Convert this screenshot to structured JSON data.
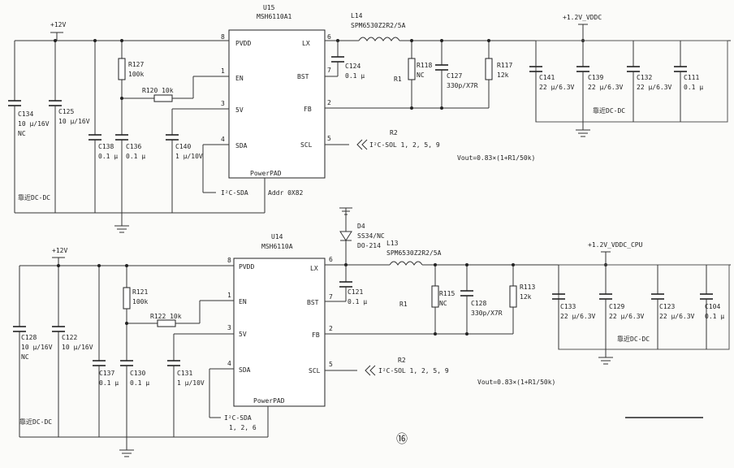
{
  "top": {
    "supply": "+12V",
    "ic_ref": "U15",
    "ic_part": "MSH6110A1",
    "pins_left": [
      {
        "num": "8",
        "name": "PVDD"
      },
      {
        "num": "1",
        "name": "EN"
      },
      {
        "num": "3",
        "name": "5V"
      },
      {
        "num": "4",
        "name": "SDA"
      }
    ],
    "pins_right": [
      {
        "num": "6",
        "name": "LX"
      },
      {
        "num": "7",
        "name": "BST"
      },
      {
        "num": "2",
        "name": "FB"
      },
      {
        "num": "5",
        "name": "SCL"
      }
    ],
    "powerpad": "PowerPAD",
    "addr": "Addr 0X82",
    "inductor_ref": "L14",
    "inductor_part": "SPM6530Z2R2/5A",
    "out_rail": "+1.2V_VDDC",
    "c134": {
      "ref": "C134",
      "val": "10 μ/16V",
      "extra": "NC"
    },
    "c125": {
      "ref": "C125",
      "val": "10 μ/16V"
    },
    "r127": {
      "ref": "R127",
      "val": "100k"
    },
    "r120": "R120 10k",
    "c138": {
      "ref": "C138",
      "val": "0.1 μ"
    },
    "c136": {
      "ref": "C136",
      "val": "0.1 μ"
    },
    "c140": {
      "ref": "C140",
      "val": "1 μ/10V"
    },
    "near_dcdc_left": "靠近DC-DC",
    "i2c_sda": "I²C-SDA",
    "c124": {
      "ref": "C124",
      "val": "0.1 μ"
    },
    "r118": {
      "ref": "R118",
      "val": "NC"
    },
    "r1": "R1",
    "c127": {
      "ref": "C127",
      "val": "330p/X7R"
    },
    "r117": {
      "ref": "R117",
      "val": "12k"
    },
    "r2": "R2",
    "i2c_scl": "I²C-SOL 1, 2, 5, 9",
    "vout": "Vout=0.83×(1+R1/50k)",
    "c141": {
      "ref": "C141",
      "val": "22 μ/6.3V"
    },
    "c139": {
      "ref": "C139",
      "val": "22 μ/6.3V"
    },
    "c132": {
      "ref": "C132",
      "val": "22 μ/6.3V"
    },
    "c111": {
      "ref": "C111",
      "val": "0.1 μ"
    },
    "near_dcdc_right": "靠近DC-DC"
  },
  "bottom": {
    "supply": "+12V",
    "ic_ref": "U14",
    "ic_part": "MSH6110A",
    "pins_left": [
      {
        "num": "8",
        "name": "PVDD"
      },
      {
        "num": "1",
        "name": "EN"
      },
      {
        "num": "3",
        "name": "5V"
      },
      {
        "num": "4",
        "name": "SDA"
      }
    ],
    "pins_right": [
      {
        "num": "6",
        "name": "LX"
      },
      {
        "num": "7",
        "name": "BST"
      },
      {
        "num": "2",
        "name": "FB"
      },
      {
        "num": "5",
        "name": "SCL"
      }
    ],
    "powerpad": "PowerPAD",
    "diode_ref": "D4",
    "diode_part": "SS34/NC",
    "diode_pkg": "DO-214",
    "inductor_ref": "L13",
    "inductor_part": "SPM6530Z2R2/5A",
    "out_rail": "+1.2V_VDDC_CPU",
    "c128": {
      "ref": "C128",
      "val": "10 μ/16V",
      "extra": "NC"
    },
    "c122": {
      "ref": "C122",
      "val": "10 μ/16V"
    },
    "r121": {
      "ref": "R121",
      "val": "100k"
    },
    "r122": "R122 10k",
    "c137": {
      "ref": "C137",
      "val": "0.1 μ"
    },
    "c130": {
      "ref": "C130",
      "val": "0.1 μ"
    },
    "c131": {
      "ref": "C131",
      "val": "1 μ/10V"
    },
    "near_dcdc_left": "靠近DC-DC",
    "i2c_sda": "I²C-SDA",
    "i2c_sda_nets": "1, 2, 6",
    "c121": {
      "ref": "C121",
      "val": "0.1 μ"
    },
    "r115": {
      "ref": "R115",
      "val": "NC"
    },
    "r1": "R1",
    "c128b": {
      "ref": "C128",
      "val": "330p/X7R"
    },
    "r113": {
      "ref": "R113",
      "val": "12k"
    },
    "r2": "R2",
    "i2c_scl": "I²C-SOL 1, 2, 5, 9",
    "vout": "Vout=0.83×(1+R1/50k)",
    "c133": {
      "ref": "C133",
      "val": "22 μ/6.3V"
    },
    "c129": {
      "ref": "C129",
      "val": "22 μ/6.3V"
    },
    "c123": {
      "ref": "C123",
      "val": "22 μ/6.3V"
    },
    "c104": {
      "ref": "C104",
      "val": "0.1 μ"
    },
    "near_dcdc_right": "靠近DC-DC"
  },
  "page_number": "⑯"
}
